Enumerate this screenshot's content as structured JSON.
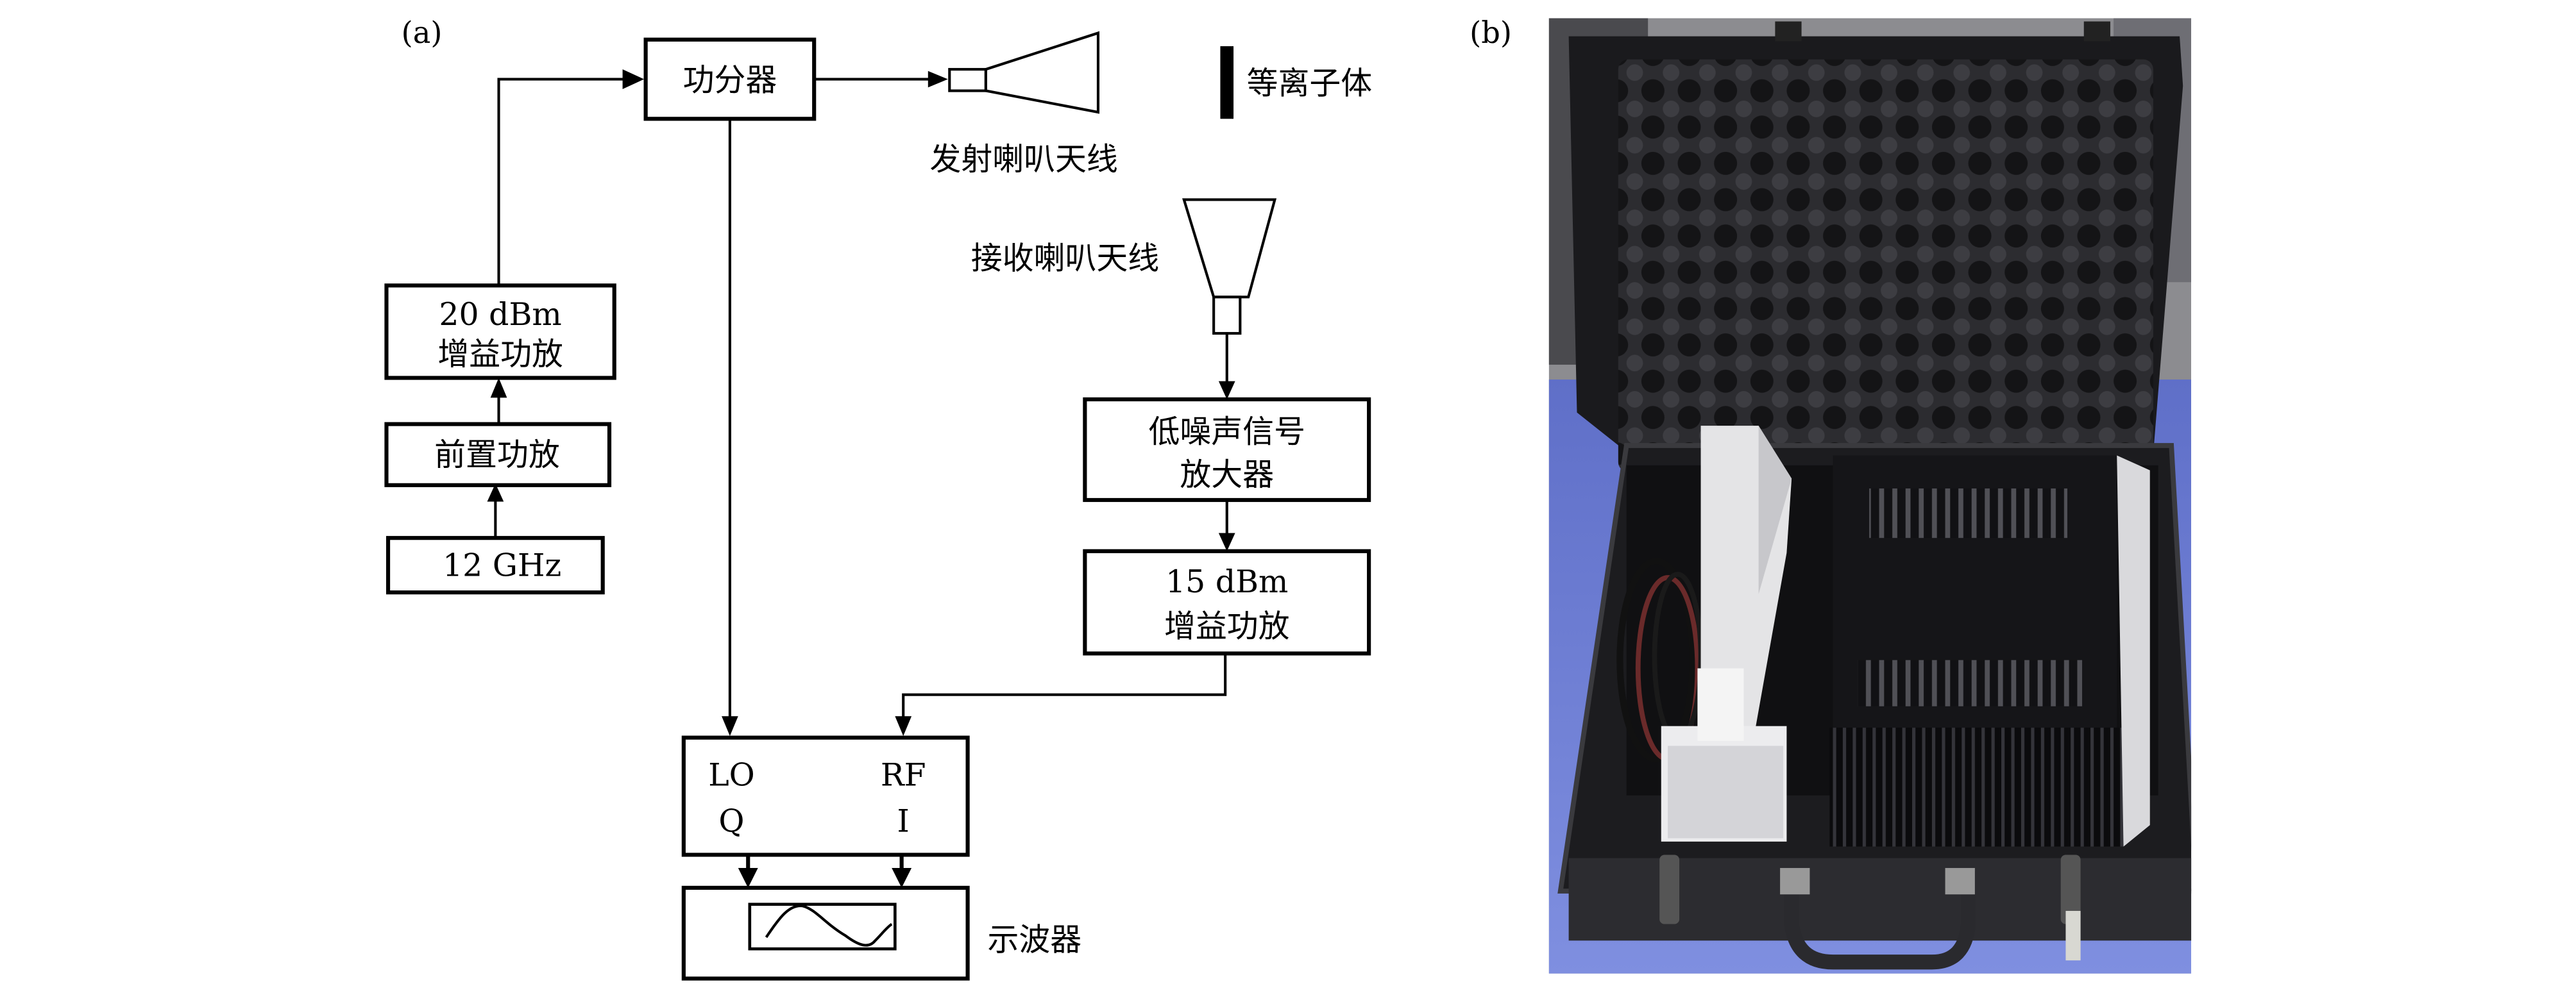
{
  "panels": {
    "a": {
      "label": "(a)",
      "blocks": {
        "power_divider": "功分器",
        "gain_amp_20": {
          "line1": "20 dBm",
          "line2": "增益功放"
        },
        "preamp": "前置功放",
        "source": "12 GHz",
        "lna": {
          "line1": "低噪声信号",
          "line2": "放大器"
        },
        "gain_amp_15": {
          "line1": "15 dBm",
          "line2": "增益功放"
        },
        "mixer": {
          "lo": "LO",
          "rf": "RF",
          "q": "Q",
          "i": "I"
        }
      },
      "labels": {
        "tx_antenna": "发射喇叭天线",
        "rx_antenna": "接收喇叭天线",
        "plasma": "等离子体",
        "oscilloscope": "示波器"
      }
    },
    "b": {
      "label": "(b)",
      "photo_description": "Open black aluminum carrying case on a blue table containing a white horn antenna, coiled coaxial cables, and a black finned-heatsink instrument enclosure",
      "colors": {
        "table": "#7f8fe0",
        "case": "#1c1c1e",
        "foam": "#2a2a2d",
        "horn": "#e9e9ea",
        "instrument": "#0e0e10"
      }
    }
  }
}
